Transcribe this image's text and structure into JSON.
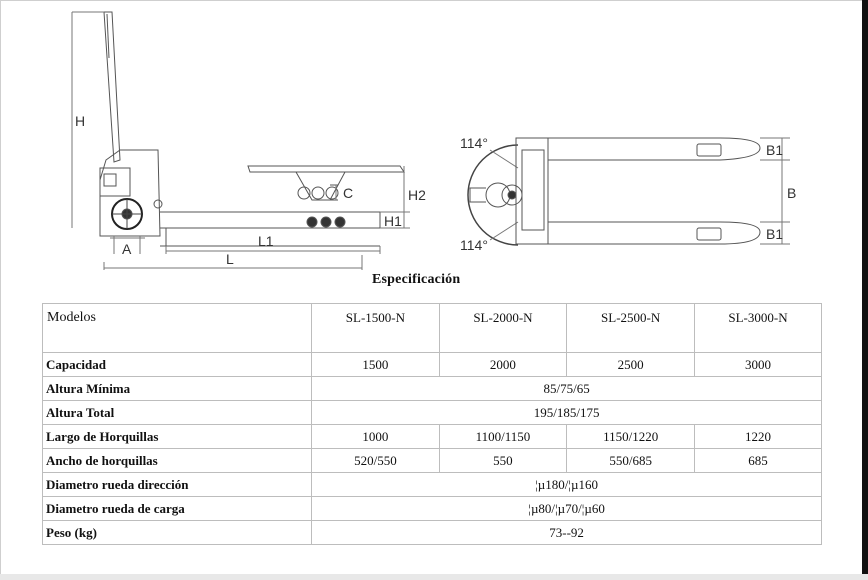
{
  "drawing": {
    "side_view_labels": {
      "H": "H",
      "H1": "H1",
      "H2": "H2",
      "C": "C",
      "A": "A",
      "L": "L",
      "L1": "L1"
    },
    "top_view_labels": {
      "angle_top": "114°",
      "angle_bottom": "114°",
      "B": "B",
      "B1_top": "B1",
      "B1_bottom": "B1"
    }
  },
  "caption": "Especificación",
  "table": {
    "header_label": "Modelos",
    "models": [
      "SL-1500-N",
      "SL-2000-N",
      "SL-2500-N",
      "SL-3000-N"
    ],
    "rows": [
      {
        "label": "Capacidad",
        "values": [
          "1500",
          "2000",
          "2500",
          "3000"
        ]
      },
      {
        "label": "Altura Mínima",
        "merged": "85/75/65"
      },
      {
        "label": "Altura Total",
        "merged": "195/185/175"
      },
      {
        "label": "Largo de Horquillas",
        "values": [
          "1000",
          "1100/1150",
          "1150/1220",
          "1220"
        ]
      },
      {
        "label": "Ancho de horquillas",
        "values": [
          "520/550",
          "550",
          "550/685",
          "685"
        ]
      },
      {
        "label": "Diametro rueda dirección",
        "merged": "¦µ180/¦µ160"
      },
      {
        "label": "Diametro rueda de carga",
        "merged": "¦µ80/¦µ70/¦µ60"
      },
      {
        "label": "Peso (kg)",
        "merged": "73--92"
      }
    ]
  }
}
